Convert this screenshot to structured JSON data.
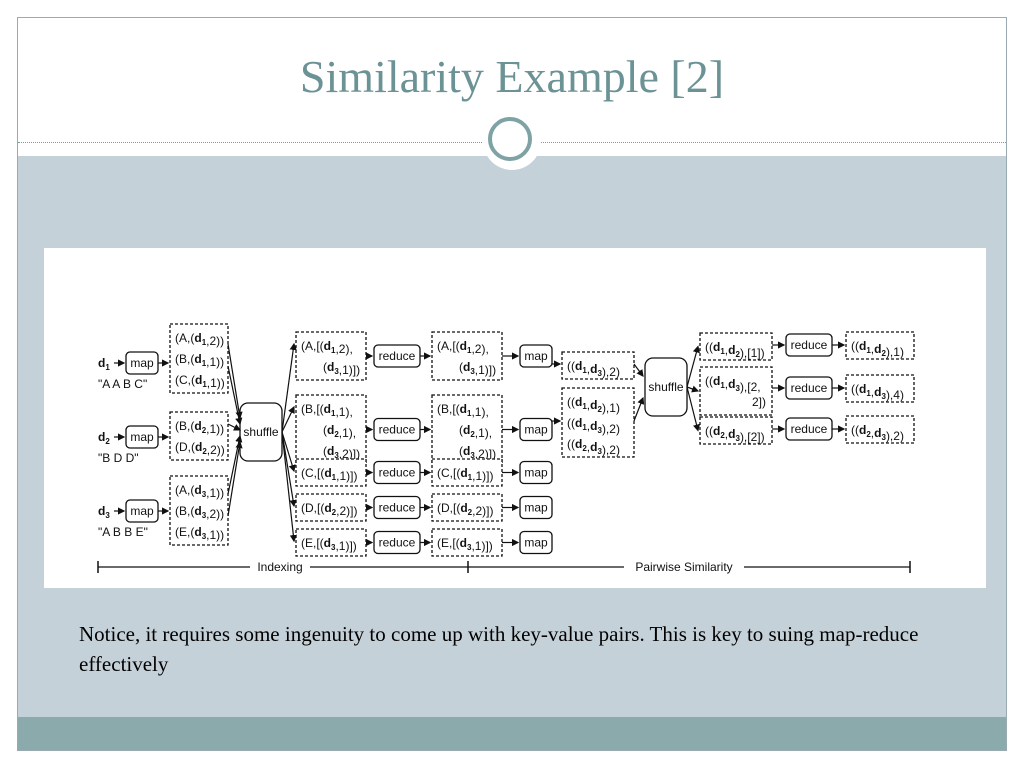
{
  "slide": {
    "title": "Similarity Example [2]",
    "body_text": "Notice, it requires some ingenuity to come up with key-value pairs. This is key to suing map-reduce effectively"
  },
  "diagram": {
    "docs": [
      {
        "label": "d1",
        "content": "\"A A B C\""
      },
      {
        "label": "d2",
        "content": "\"B D D\""
      },
      {
        "label": "d3",
        "content": "\"A B B E\""
      }
    ],
    "node_labels": {
      "map": "map",
      "shuffle": "shuffle",
      "reduce": "reduce"
    },
    "map_outputs": [
      [
        "(A,(d1,2))",
        "(B,(d1,1))",
        "(C,(d1,1))"
      ],
      [
        "(B,(d2,1))",
        "(D,(d2,2))"
      ],
      [
        "(A,(d3,1))",
        "(B,(d3,2))",
        "(E,(d3,1))"
      ]
    ],
    "grouped_lists": [
      [
        "(A,[(d1,2),",
        "(d3,1)])"
      ],
      [
        "(B,[(d1,1),",
        "(d2,1),",
        "(d3,2)])"
      ],
      [
        "(C,[(d1,1)])"
      ],
      [
        "(D,[(d2,2)])"
      ],
      [
        "(E,[(d3,1)])"
      ]
    ],
    "pair_outputs": [
      [
        "((d1,d3),2)"
      ],
      [
        "((d1,d2),1)",
        "((d1,d3),2)",
        "((d2,d3),2)"
      ]
    ],
    "shuffled_pairs": [
      [
        "((d1,d2),[1])"
      ],
      [
        "((d1,d3),[2,",
        "2])"
      ],
      [
        "((d2,d3),[2])"
      ]
    ],
    "final_outputs": [
      "((d1,d2),1)",
      "((d1,d3),4)",
      "((d2,d3),2)"
    ],
    "phases": [
      "Indexing",
      "Pairwise Similarity"
    ]
  },
  "colors": {
    "title": "#6b9294",
    "slide_bg": "#c5d1d8",
    "footer": "#8aaaab",
    "ring": "#7fa3a5"
  }
}
